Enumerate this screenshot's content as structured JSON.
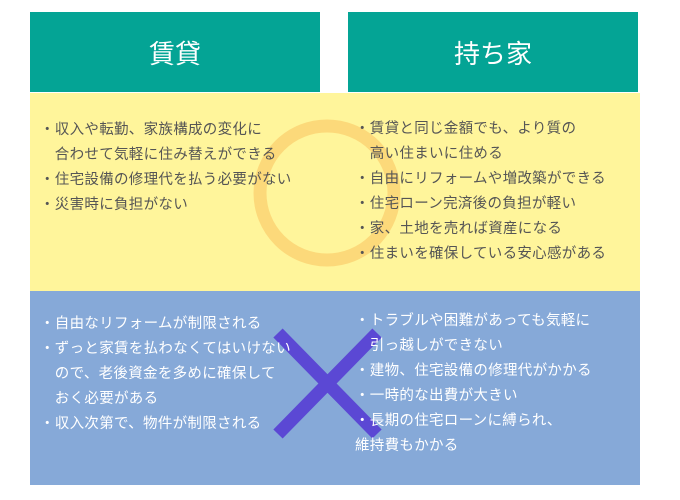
{
  "headers": {
    "rent": "賃貸",
    "own": "持ち家"
  },
  "pros": {
    "rent": [
      "・収入や転勤、家族構成の変化に",
      "　合わせて気軽に住み替えができる",
      "・住宅設備の修理代を払う必要がない",
      "・災害時に負担がない"
    ],
    "own": [
      "・賃貸と同じ金額でも、より質の",
      "　高い住まいに住める",
      "・自由にリフォームや増改築ができる",
      "・住宅ローン完済後の負担が軽い",
      "・家、土地を売れば資産になる",
      "・住まいを確保している安心感がある"
    ]
  },
  "cons": {
    "rent": [
      "・自由なリフォームが制限される",
      "・ずっと家賃を払わなくてはいけない",
      "　ので、老後資金を多めに確保して",
      "　おく必要がある",
      "・収入次第で、物件が制限される"
    ],
    "own": [
      "・トラブルや困難があっても気軽に",
      "　引っ越しができない",
      "・建物、住宅設備の修理代がかかる",
      "・一時的な出費が大きい",
      "・長期の住宅ローンに縛られ、",
      "維持費もかかる"
    ]
  },
  "colors": {
    "header": "#04a495",
    "pros_bg": "#fff59b",
    "cons_bg": "#86a9d8",
    "circle": "#fcd97a",
    "cross": "#5b48d4"
  },
  "icons": {
    "pros": "circle-mark-icon",
    "cons": "cross-mark-icon"
  }
}
